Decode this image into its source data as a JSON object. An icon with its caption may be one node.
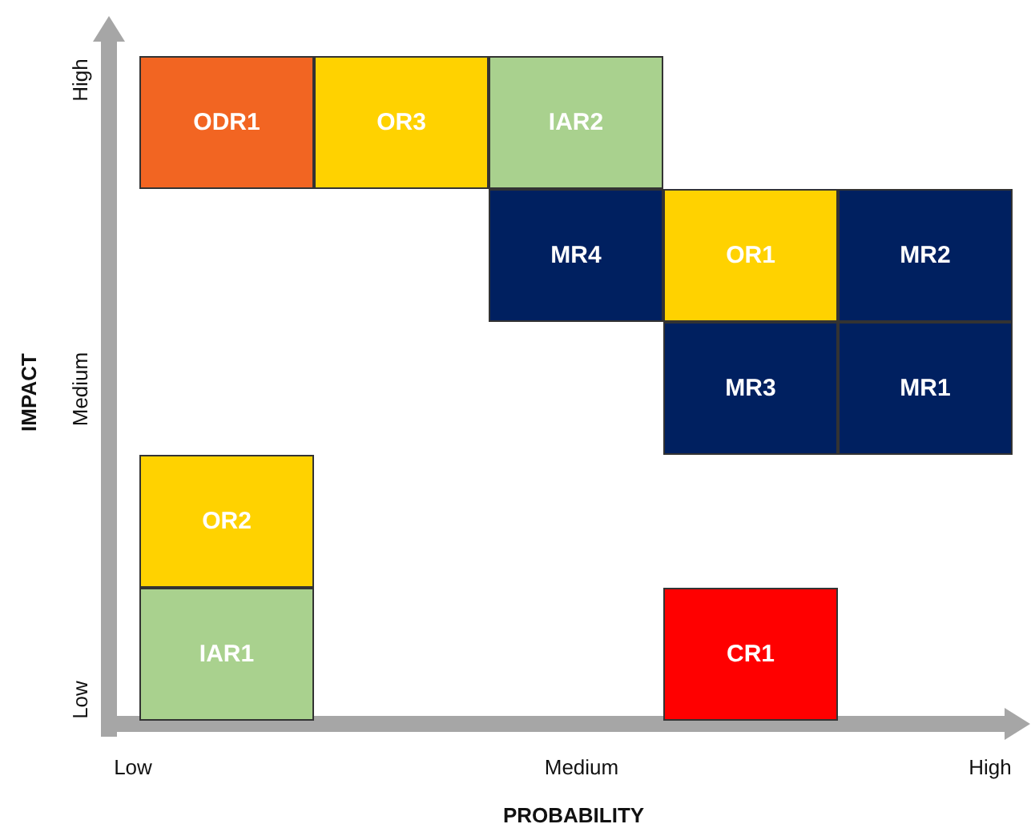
{
  "diagram": {
    "nodes": [
      {
        "text": [
          "ODR1"
        ]
      },
      {
        "text": [
          "OR3"
        ]
      },
      {
        "text": [
          "IAR2"
        ]
      },
      {
        "text": [
          "MR4"
        ]
      },
      {
        "text": [
          "OR1"
        ]
      },
      {
        "text": [
          "MR2"
        ]
      },
      {
        "text": [
          "MR3"
        ]
      },
      {
        "text": [
          "MR1"
        ]
      },
      {
        "text": [
          "OR2"
        ]
      },
      {
        "text": [
          "IAR1"
        ]
      },
      {
        "text": [
          "CR1"
        ]
      }
    ],
    "labels": [
      "High",
      "Medium",
      "Low",
      "IMPACT",
      "Low",
      "Medium",
      "High",
      "PROBABILITY"
    ]
  }
}
